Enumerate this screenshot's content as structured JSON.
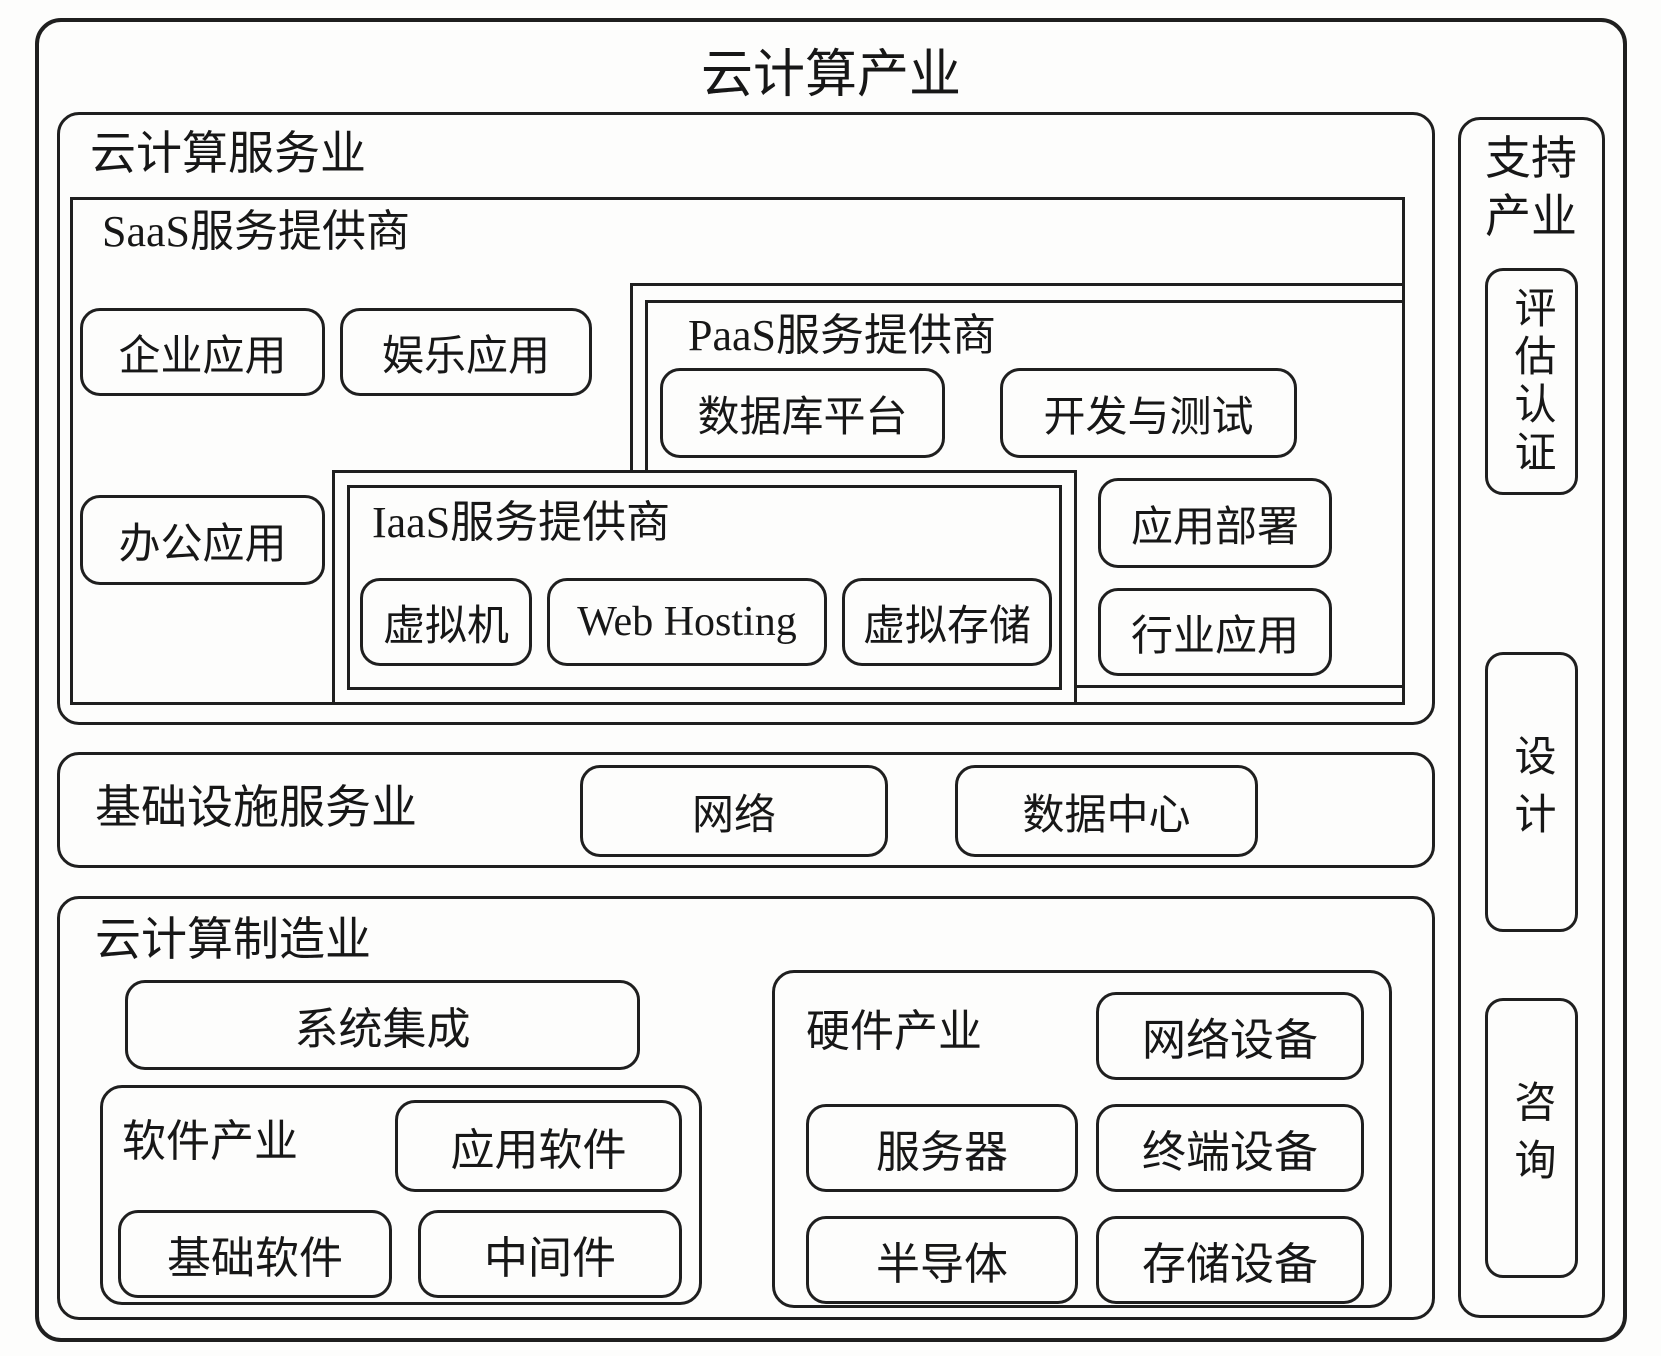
{
  "diagram": {
    "title": "云计算产业",
    "service": {
      "label": "云计算服务业",
      "saas": {
        "label": "SaaS服务提供商",
        "items": [
          "企业应用",
          "娱乐应用",
          "办公应用"
        ]
      },
      "paas": {
        "label": "PaaS服务提供商",
        "items": [
          "数据库平台",
          "开发与测试",
          "应用部署",
          "行业应用"
        ]
      },
      "iaas": {
        "label": "IaaS服务提供商",
        "items": [
          "虚拟机",
          "Web Hosting",
          "虚拟存储"
        ]
      }
    },
    "infrastructure": {
      "label": "基础设施服务业",
      "items": [
        "网络",
        "数据中心"
      ]
    },
    "manufacturing": {
      "label": "云计算制造业",
      "system_integration": "系统集成",
      "software": {
        "label": "软件产业",
        "items": [
          "应用软件",
          "基础软件",
          "中间件"
        ]
      },
      "hardware": {
        "label": "硬件产业",
        "items": [
          "网络设备",
          "服务器",
          "终端设备",
          "半导体",
          "存储设备"
        ]
      }
    },
    "support": {
      "label": "支持产业",
      "items": [
        "评估认证",
        "设计",
        "咨询"
      ]
    },
    "colors": {
      "line": "#1f1f1f",
      "paper": "#fdfdfc"
    }
  }
}
